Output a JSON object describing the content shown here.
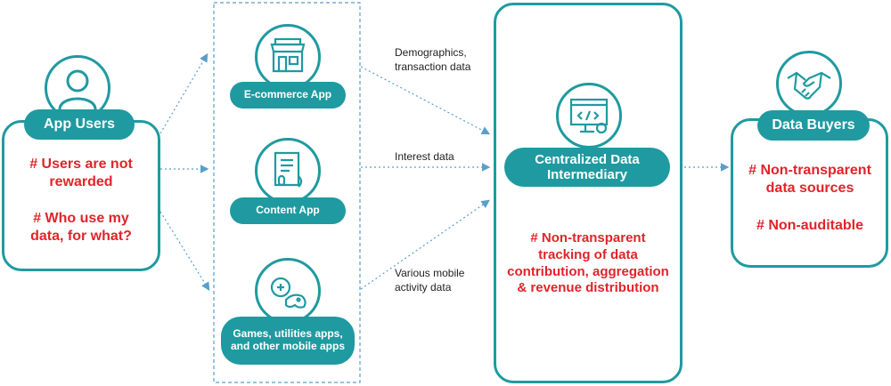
{
  "users": {
    "title": "App Users",
    "issue1": "# Users are not rewarded",
    "issue2": "# Who use my data, for what?"
  },
  "apps": {
    "ecommerce": "E-commerce App",
    "content": "Content App",
    "games": "Games, utilities apps, and other mobile apps"
  },
  "flows": {
    "demographics": "Demographics, transaction data",
    "interest": "Interest data",
    "mobile": "Various mobile activity data"
  },
  "intermediary": {
    "title": "Centralized Data Intermediary",
    "issue": "# Non-transparent tracking of data contribution, aggregation & revenue distribution"
  },
  "buyers": {
    "title": "Data Buyers",
    "issue1": "# Non-transparent data sources",
    "issue2": "# Non-auditable"
  },
  "colors": {
    "teal": "#1f9aa0",
    "red": "#e0242a",
    "arrow": "#5a9ec9"
  }
}
